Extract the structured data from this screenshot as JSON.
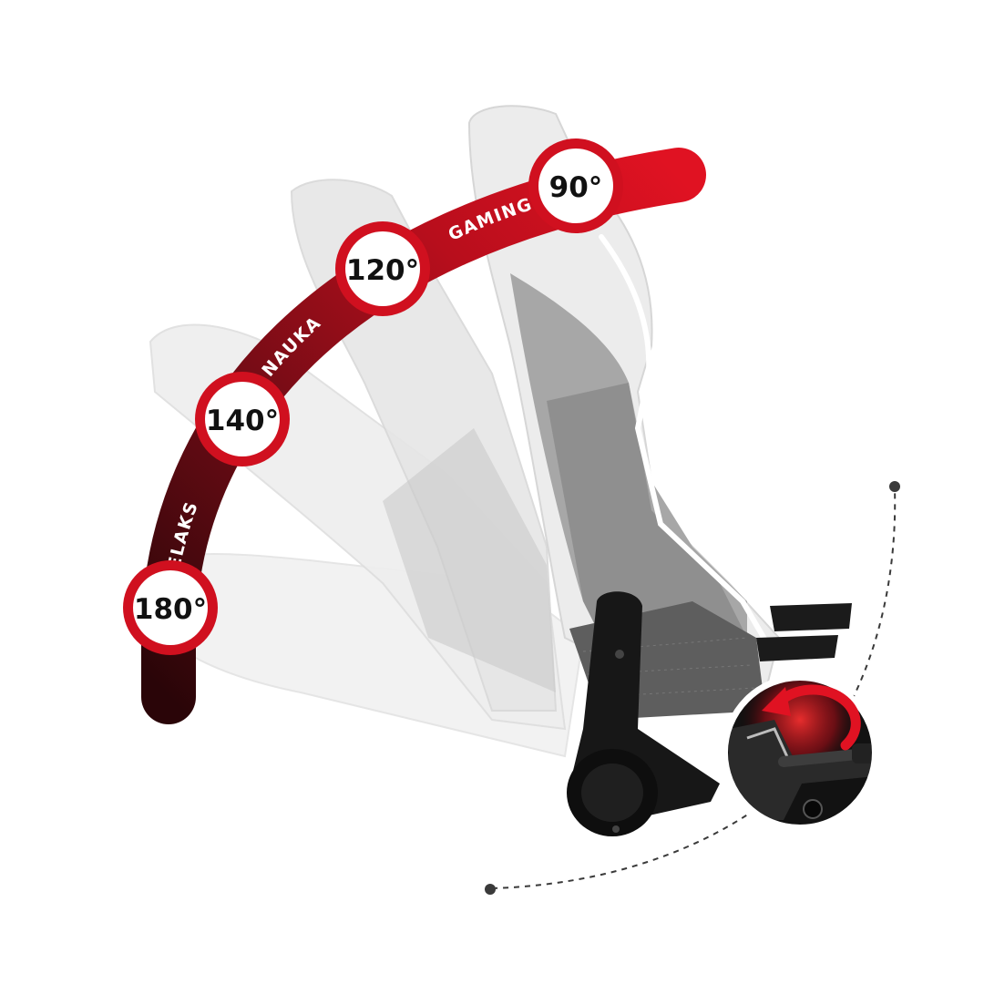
{
  "recline": {
    "positions": [
      {
        "angle": "180°",
        "label": "RELAKS"
      },
      {
        "angle": "140°",
        "label": "NAUKA"
      },
      {
        "angle": "120°",
        "label": "GAMING"
      },
      {
        "angle": "90°",
        "label": ""
      }
    ]
  },
  "colors": {
    "accent": "#d0101f",
    "accent_dark": "#5a0a12",
    "chair_light": "#e9e9e9",
    "chair_mid": "#9a9a9a",
    "chair_dark": "#5c5c5c",
    "frame": "#141414"
  },
  "icons": {
    "mechanism": "recline-lever-icon",
    "rotation": "rotate-arrow-icon"
  }
}
